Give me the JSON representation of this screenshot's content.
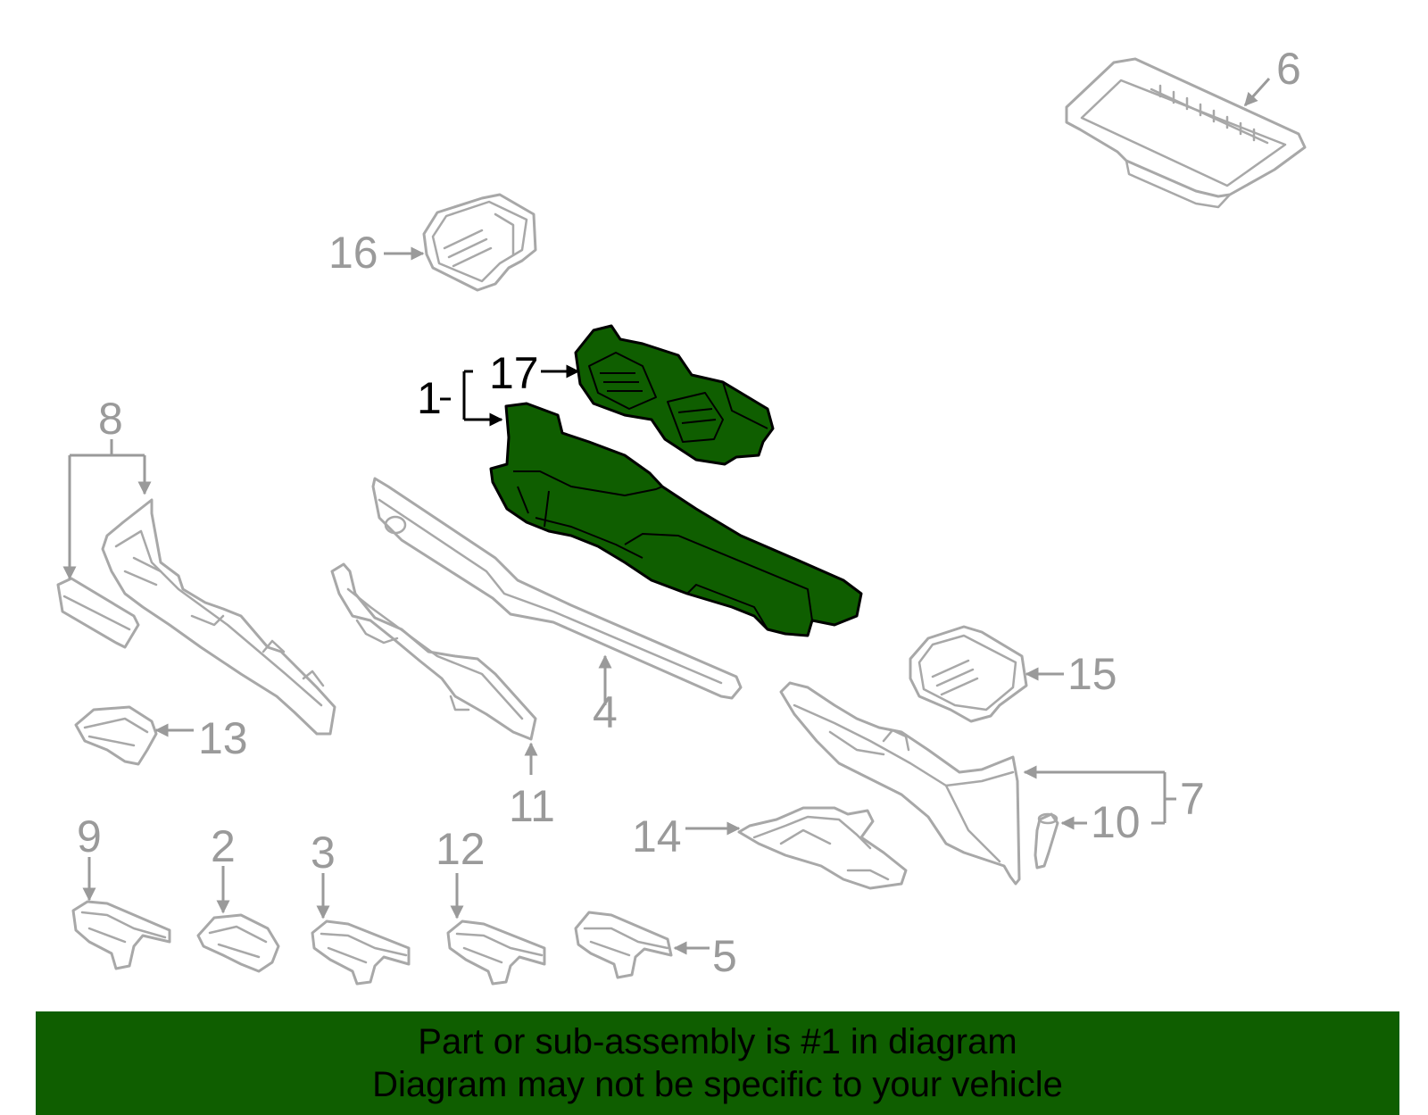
{
  "callouts": {
    "c1": "1",
    "c2": "2",
    "c3": "3",
    "c4": "4",
    "c5": "5",
    "c6": "6",
    "c7": "7",
    "c8": "8",
    "c9": "9",
    "c10": "10",
    "c11": "11",
    "c12": "12",
    "c13": "13",
    "c14": "14",
    "c15": "15",
    "c16": "16",
    "c17": "17"
  },
  "highlight_parts": [
    "1",
    "17"
  ],
  "colors": {
    "highlight": "#0f5e00",
    "outline": "#a8a8a8",
    "label": "#9a9a9a"
  },
  "banner": {
    "line1": "Part or sub-assembly is #1 in diagram",
    "line2": "Diagram may not be specific to your vehicle"
  }
}
